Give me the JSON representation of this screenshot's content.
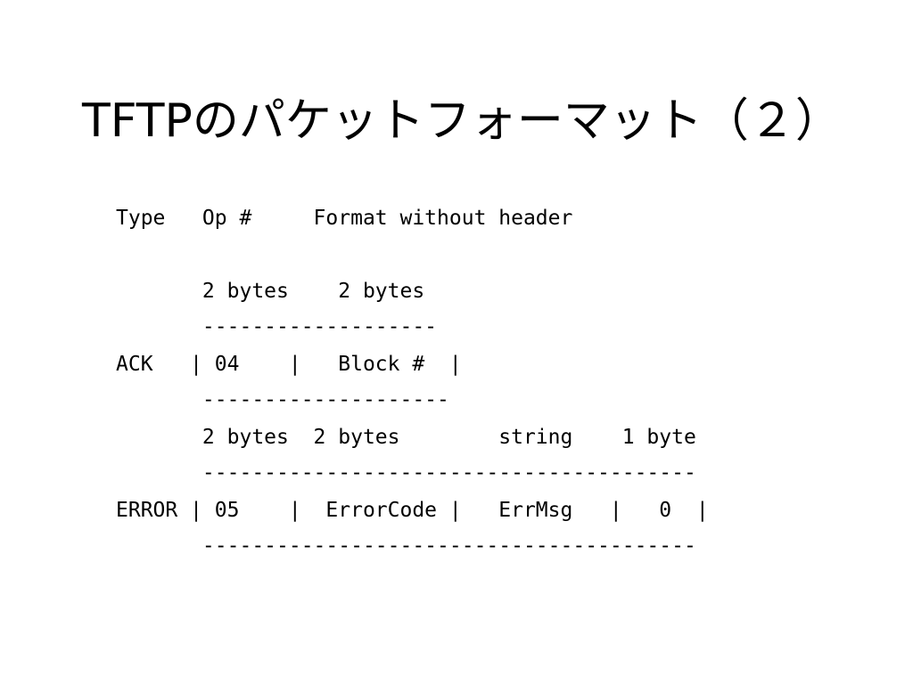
{
  "slide": {
    "title": "TFTPのパケットフォーマット（２）",
    "lines": [
      "Type   Op #     Format without header",
      "       2 bytes    2 bytes",
      "       -------------------",
      "ACK   | 04    |   Block #  |",
      "       --------------------",
      "       2 bytes  2 bytes        string    1 byte",
      "       ----------------------------------------",
      "ERROR | 05    |  ErrorCode |   ErrMsg   |   0  |",
      "       ----------------------------------------"
    ]
  }
}
